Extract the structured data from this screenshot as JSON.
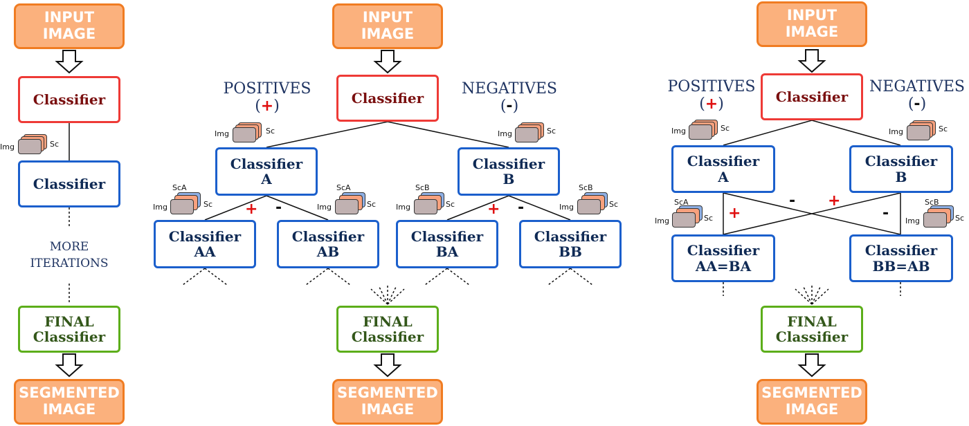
{
  "labels": {
    "input_image": "INPUT\nIMAGE",
    "segmented_image": "SEGMENTED\nIMAGE",
    "classifier": "Classifier",
    "classifier_a": "Classifier\nA",
    "classifier_b": "Classifier\nB",
    "classifier_aa": "Classifier\nAA",
    "classifier_ab": "Classifier\nAB",
    "classifier_ba": "Classifier\nBA",
    "classifier_bb": "Classifier\nBB",
    "classifier_aa_ba": "Classifier\nAA=BA",
    "classifier_bb_ab": "Classifier\nBB=AB",
    "final_classifier": "FINAL\nClassifier",
    "more_iterations": "MORE\nITERATIONS",
    "positives": "POSITIVES",
    "negatives": "NEGATIVES",
    "plus": "+",
    "minus": "-",
    "paren_open": "(",
    "paren_close": ")",
    "img": "Img",
    "sc": "Sc",
    "sca": "ScA",
    "scb": "ScB"
  },
  "colors": {
    "io_fill": "#fbb17d",
    "io_border": "#f07c22",
    "classifier_red": "#ee3a36",
    "classifier_blue": "#1b5fcc",
    "classifier_green": "#5cae1a",
    "plus_red": "#e01010",
    "card_gray": "#c0b1b1",
    "card_salmon": "#f7a17e",
    "card_blue": "#8fb0e5"
  }
}
